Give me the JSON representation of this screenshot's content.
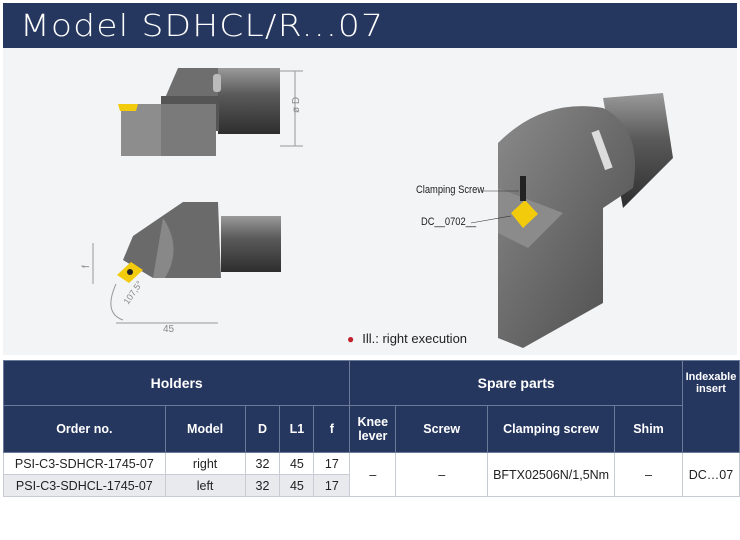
{
  "title": "Model SDHCL/R...07",
  "drawing": {
    "dim_d": "ø D",
    "dim_f": "f",
    "dim_l1": "45",
    "angle": "107,5°",
    "label_clamping_screw": "Clamping Screw",
    "label_insert": "DC__0702__",
    "note": "Ill.: right execution",
    "accent": "#c0202a",
    "insert_color": "#f2cb0c"
  },
  "table": {
    "groups": [
      "Holders",
      "Spare parts",
      "Indexable insert"
    ],
    "columns": [
      "Order no.",
      "Model",
      "D",
      "L1",
      "f",
      "Knee lever",
      "Screw",
      "Clamping screw",
      "Shim"
    ],
    "rows": [
      {
        "order": "PSI-C3-SDHCR-1745-07",
        "model": "right",
        "d": "32",
        "l1": "45",
        "f": "17"
      },
      {
        "order": "PSI-C3-SDHCL-1745-07",
        "model": "left",
        "d": "32",
        "l1": "45",
        "f": "17"
      }
    ],
    "shared": {
      "knee": "–",
      "screw": "–",
      "clamping": "BFTX02506N/1,5Nm",
      "shim": "–",
      "insert": "DC…07"
    }
  }
}
